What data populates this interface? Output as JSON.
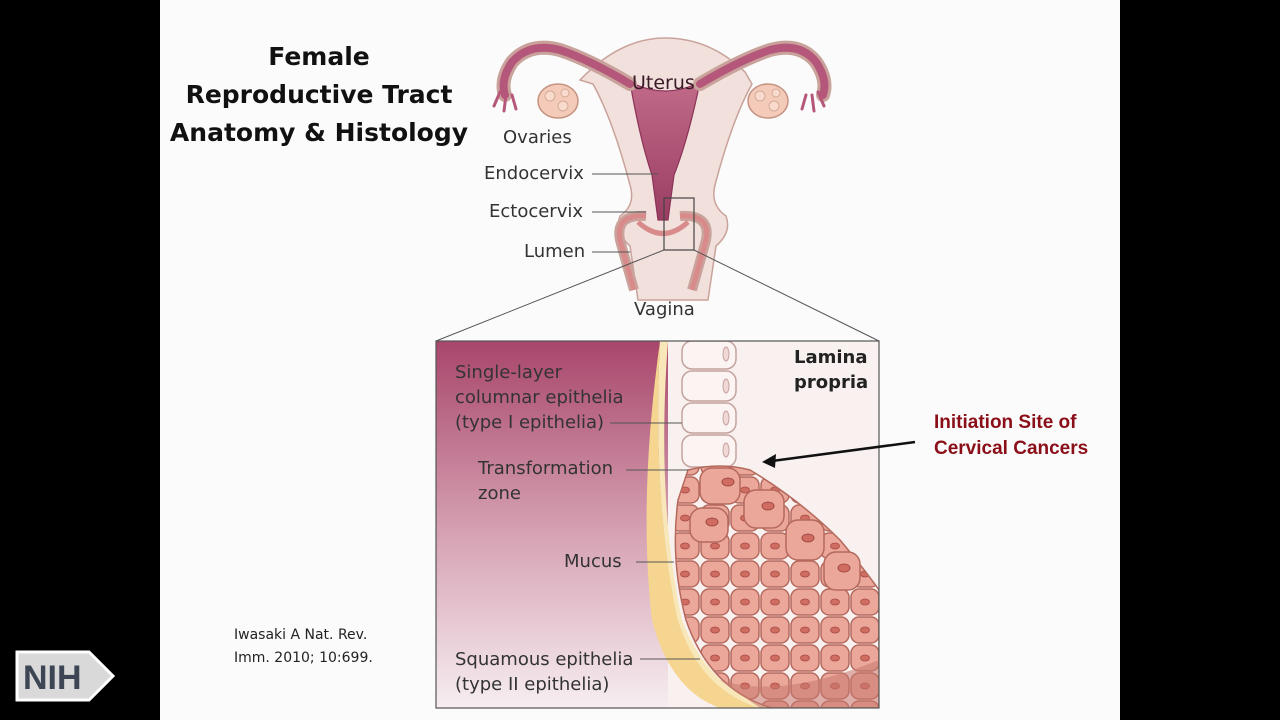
{
  "title": {
    "line1": "Female",
    "line2": "Reproductive Tract",
    "line3": "Anatomy & Histology"
  },
  "anatomy_labels": {
    "uterus": "Uterus",
    "ovaries": "Ovaries",
    "endocervix": "Endocervix",
    "ectocervix": "Ectocervix",
    "lumen": "Lumen",
    "vagina": "Vagina"
  },
  "histology_labels": {
    "columnar_line1": "Single-layer",
    "columnar_line2": "columnar epithelia",
    "columnar_line3": "(type I epithelia)",
    "transformation_line1": "Transformation",
    "transformation_line2": "zone",
    "mucus": "Mucus",
    "squamous_line1": "Squamous epithelia",
    "squamous_line2": "(type II epithelia)",
    "lamina_line1": "Lamina",
    "lamina_line2": "propria"
  },
  "callout": {
    "line1": "Initiation Site of",
    "line2": "Cervical Cancers",
    "color": "#8b0f18"
  },
  "citation": {
    "line1": "Iwasaki A Nat. Rev.",
    "line2": "Imm. 2010; 10:699."
  },
  "logo": {
    "text": "NIH"
  },
  "colors": {
    "uterus_fill": "#b5577a",
    "tissue_light": "#f1e0dc",
    "cell_fill": "#eba79a",
    "mucus": "#f5d58f"
  }
}
